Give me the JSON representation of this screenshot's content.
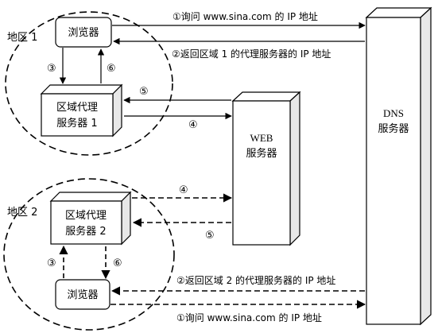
{
  "regions": {
    "region1_label": "地区 1",
    "region2_label": "地区 2"
  },
  "nodes": {
    "browser1": "浏览器",
    "proxy1_line1": "区域代理",
    "proxy1_line2": "服务器 1",
    "browser2": "浏览器",
    "proxy2_line1": "区域代理",
    "proxy2_line2": "服务器 2",
    "web_line1": "WEB",
    "web_line2": "服务器",
    "dns_line1": "DNS",
    "dns_line2": "服务器"
  },
  "arrows": {
    "r1_query": "①询问 www.sina.com 的 IP 地址",
    "r1_return": "②返回区域 1 的代理服务器的 IP 地址",
    "r1_step3": "③",
    "r1_step6": "⑥",
    "r1_step5": "⑤",
    "r1_step4": "④",
    "r2_step4": "④",
    "r2_step5": "⑤",
    "r2_step3": "③",
    "r2_step6": "⑥",
    "r2_return": "②返回区域 2 的代理服务器的 IP 地址",
    "r2_query": "①询问 www.sina.com 的 IP 地址"
  },
  "colors": {
    "line": "#000000",
    "box_front": "#ffffff",
    "box_side": "#e8e8e8"
  }
}
